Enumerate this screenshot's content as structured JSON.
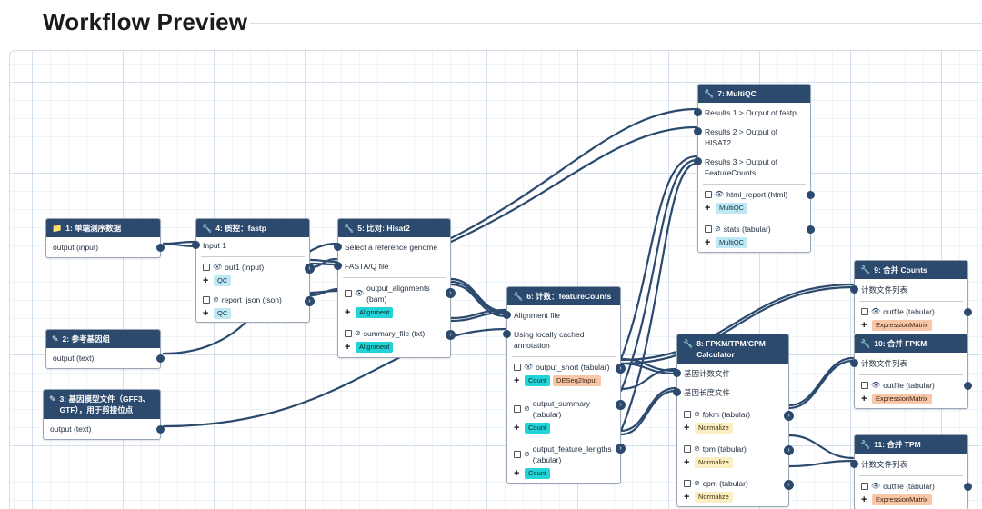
{
  "header": {
    "title": "Workflow Preview"
  },
  "icons": {
    "input_dataset": "folder-icon",
    "input_file": "pencil-icon",
    "tool": "wrench-icon",
    "visible": "eye-icon",
    "hidden": "eye-slash-icon"
  },
  "colors": {
    "node_header": "#2c4a6e",
    "edge": "#2c4a6e",
    "tag_blue": "#bfe8f5",
    "tag_cyan": "#22d3d8",
    "tag_orange": "#f7c7a8",
    "tag_yellow": "#fbeec3"
  },
  "nodes": {
    "n1": {
      "title": "1: 单端测序数据",
      "output": "output (input)"
    },
    "n2": {
      "title": "2: 参考基因组",
      "output": "output (text)"
    },
    "n3": {
      "title": "3: 基因模型文件（GFF3、GTF），用于剪接位点",
      "output": "output (text)"
    },
    "n4": {
      "title": "4: 质控：fastp",
      "input1": "Input 1",
      "out1": {
        "label": "out1 (input)",
        "tag": "QC"
      },
      "out2": {
        "label": "report_json (json)",
        "tag": "QC"
      }
    },
    "n5": {
      "title": "5: 比对: Hisat2",
      "input1": "Select a reference genome",
      "input2": "FASTA/Q file",
      "out1": {
        "label": "output_alignments (bam)",
        "tag": "Alignment"
      },
      "out2": {
        "label": "summary_file (txt)",
        "tag": "Alignment"
      }
    },
    "n6": {
      "title": "6: 计数：featureCounts",
      "input1": "Alignment file",
      "input2": "Using locally cached annotation",
      "out1": {
        "label": "output_short (tabular)",
        "tag1": "Count",
        "tag2": "DESeq2Input"
      },
      "out2": {
        "label": "output_summary (tabular)",
        "tag": "Count"
      },
      "out3": {
        "label": "output_feature_lengths (tabular)",
        "tag": "Count"
      }
    },
    "n7": {
      "title": "7: MultiQC",
      "input1": "Results 1 > Output of fastp",
      "input2": "Results 2 > Output of HISAT2",
      "input3": "Results 3 > Output of FeatureCounts",
      "out1": {
        "label": "html_report (html)",
        "tag": "MultiQC"
      },
      "out2": {
        "label": "stats (tabular)",
        "tag": "MultiQC"
      }
    },
    "n8": {
      "title": "8: FPKM/TPM/CPM Calculator",
      "input1": "基因计数文件",
      "input2": "基因长度文件",
      "out1": {
        "label": "fpkm (tabular)",
        "tag": "Normalize"
      },
      "out2": {
        "label": "tpm (tabular)",
        "tag": "Normalize"
      },
      "out3": {
        "label": "cpm (tabular)",
        "tag": "Normalize"
      }
    },
    "n9": {
      "title": "9: 合并 Counts",
      "input1": "计数文件列表",
      "out1": {
        "label": "outfile (tabular)",
        "tag": "ExpressionMatrix"
      }
    },
    "n10": {
      "title": "10: 合并 FPKM",
      "input1": "计数文件列表",
      "out1": {
        "label": "outfile (tabular)",
        "tag": "ExpressionMatrix"
      }
    },
    "n11": {
      "title": "11: 合并 TPM",
      "input1": "计数文件列表",
      "out1": {
        "label": "outfile (tabular)",
        "tag": "ExpressionMatrix"
      }
    }
  }
}
